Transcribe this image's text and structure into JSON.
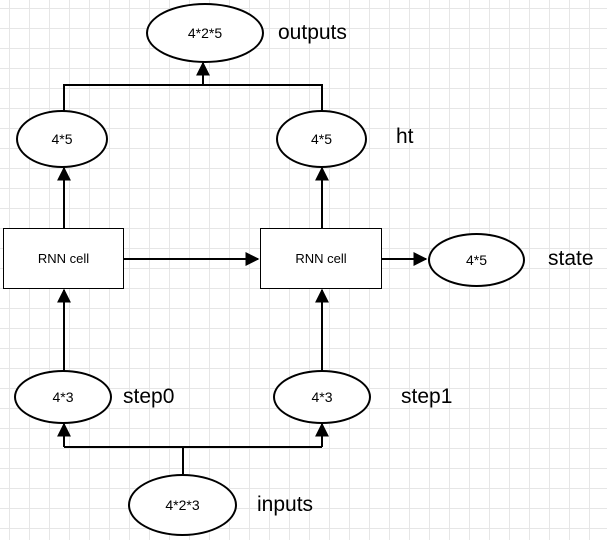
{
  "nodes": {
    "outputs_shape": "4*2*5",
    "ht0_shape": "4*5",
    "ht1_shape": "4*5",
    "cell0_label": "RNN cell",
    "cell1_label": "RNN cell",
    "state_shape": "4*5",
    "step0_shape": "4*3",
    "step1_shape": "4*3",
    "inputs_shape": "4*2*3"
  },
  "labels": {
    "outputs": "outputs",
    "ht": "ht",
    "state": "state",
    "step0": "step0",
    "step1": "step1",
    "inputs": "inputs"
  },
  "colors": {
    "stroke": "#000000",
    "grid": "#e6e6e6",
    "background": "#ffffff"
  }
}
